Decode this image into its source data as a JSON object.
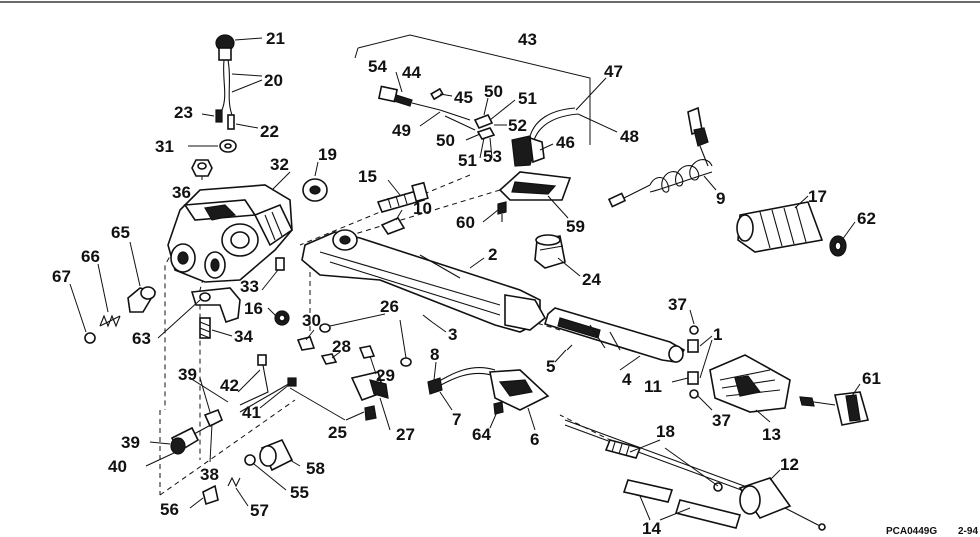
{
  "diagram": {
    "callouts": [
      {
        "id": "c21",
        "text": "21"
      },
      {
        "id": "c20",
        "text": "20"
      },
      {
        "id": "c23",
        "text": "23"
      },
      {
        "id": "c22",
        "text": "22"
      },
      {
        "id": "c31",
        "text": "31"
      },
      {
        "id": "c32",
        "text": "32"
      },
      {
        "id": "c19",
        "text": "19"
      },
      {
        "id": "c36",
        "text": "36"
      },
      {
        "id": "c15",
        "text": "15"
      },
      {
        "id": "c10",
        "text": "10"
      },
      {
        "id": "c65",
        "text": "65"
      },
      {
        "id": "c66",
        "text": "66"
      },
      {
        "id": "c67",
        "text": "67"
      },
      {
        "id": "c33",
        "text": "33"
      },
      {
        "id": "c16",
        "text": "16"
      },
      {
        "id": "c63",
        "text": "63"
      },
      {
        "id": "c34",
        "text": "34"
      },
      {
        "id": "c30",
        "text": "30"
      },
      {
        "id": "c26",
        "text": "26"
      },
      {
        "id": "c3",
        "text": "3"
      },
      {
        "id": "c28",
        "text": "28"
      },
      {
        "id": "c29",
        "text": "29"
      },
      {
        "id": "c39a",
        "text": "39"
      },
      {
        "id": "c42",
        "text": "42"
      },
      {
        "id": "c41",
        "text": "41"
      },
      {
        "id": "c25",
        "text": "25"
      },
      {
        "id": "c27",
        "text": "27"
      },
      {
        "id": "c8",
        "text": "8"
      },
      {
        "id": "c7",
        "text": "7"
      },
      {
        "id": "c64",
        "text": "64"
      },
      {
        "id": "c6",
        "text": "6"
      },
      {
        "id": "c39b",
        "text": "39"
      },
      {
        "id": "c40",
        "text": "40"
      },
      {
        "id": "c38",
        "text": "38"
      },
      {
        "id": "c58",
        "text": "58"
      },
      {
        "id": "c55",
        "text": "55"
      },
      {
        "id": "c56",
        "text": "56"
      },
      {
        "id": "c57",
        "text": "57"
      },
      {
        "id": "c43",
        "text": "43"
      },
      {
        "id": "c54",
        "text": "54"
      },
      {
        "id": "c44",
        "text": "44"
      },
      {
        "id": "c45",
        "text": "45"
      },
      {
        "id": "c50a",
        "text": "50"
      },
      {
        "id": "c51a",
        "text": "51"
      },
      {
        "id": "c47",
        "text": "47"
      },
      {
        "id": "c49",
        "text": "49"
      },
      {
        "id": "c52",
        "text": "52"
      },
      {
        "id": "c48",
        "text": "48"
      },
      {
        "id": "c50b",
        "text": "50"
      },
      {
        "id": "c51b",
        "text": "51"
      },
      {
        "id": "c53",
        "text": "53"
      },
      {
        "id": "c46",
        "text": "46"
      },
      {
        "id": "c60",
        "text": "60"
      },
      {
        "id": "c59",
        "text": "59"
      },
      {
        "id": "c2",
        "text": "2"
      },
      {
        "id": "c24",
        "text": "24"
      },
      {
        "id": "c9",
        "text": "9"
      },
      {
        "id": "c17",
        "text": "17"
      },
      {
        "id": "c62",
        "text": "62"
      },
      {
        "id": "c37a",
        "text": "37"
      },
      {
        "id": "c1",
        "text": "1"
      },
      {
        "id": "c5",
        "text": "5"
      },
      {
        "id": "c4",
        "text": "4"
      },
      {
        "id": "c11",
        "text": "11"
      },
      {
        "id": "c37b",
        "text": "37"
      },
      {
        "id": "c13",
        "text": "13"
      },
      {
        "id": "c61",
        "text": "61"
      },
      {
        "id": "c18",
        "text": "18"
      },
      {
        "id": "c12",
        "text": "12"
      },
      {
        "id": "c14",
        "text": "14"
      }
    ],
    "footer": {
      "code": "PCA0449G",
      "date": "2-94"
    }
  }
}
